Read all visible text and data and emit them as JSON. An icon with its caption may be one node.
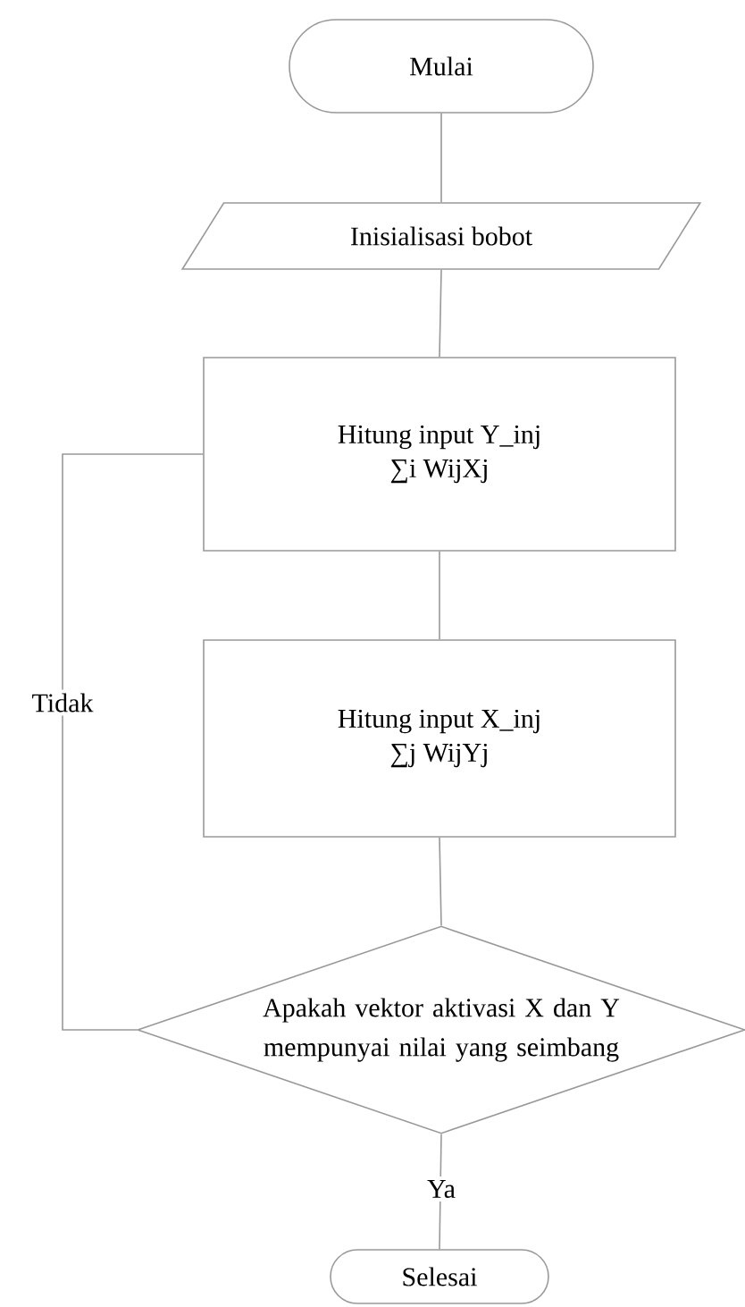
{
  "diagram": {
    "nodes": [
      {
        "text": [
          "Mulai"
        ]
      },
      {
        "text": [
          "Inisialisasi bobot"
        ]
      },
      {
        "text": [
          "Hitung input Y_inj",
          "∑i WijXj"
        ]
      },
      {
        "text": [
          "Hitung input X_inj",
          "∑j WijYj"
        ]
      },
      {
        "text": [
          "Apakah vektor aktivasi X dan Y mempunyai nilai yang seimbang"
        ]
      },
      {
        "text": [
          "Selesai"
        ]
      }
    ],
    "edges": [
      {
        "from": 0,
        "to": 1,
        "arrow": "none"
      },
      {
        "from": 1,
        "to": 2,
        "arrow": "none"
      },
      {
        "from": 2,
        "to": 3,
        "arrow": "none"
      },
      {
        "from": 3,
        "to": 4,
        "arrow": "none"
      },
      {
        "from": 4,
        "to": 2,
        "arrow": "none",
        "label": "Tidak"
      },
      {
        "from": 4,
        "to": 5,
        "arrow": "none",
        "label": "Ya"
      }
    ]
  }
}
